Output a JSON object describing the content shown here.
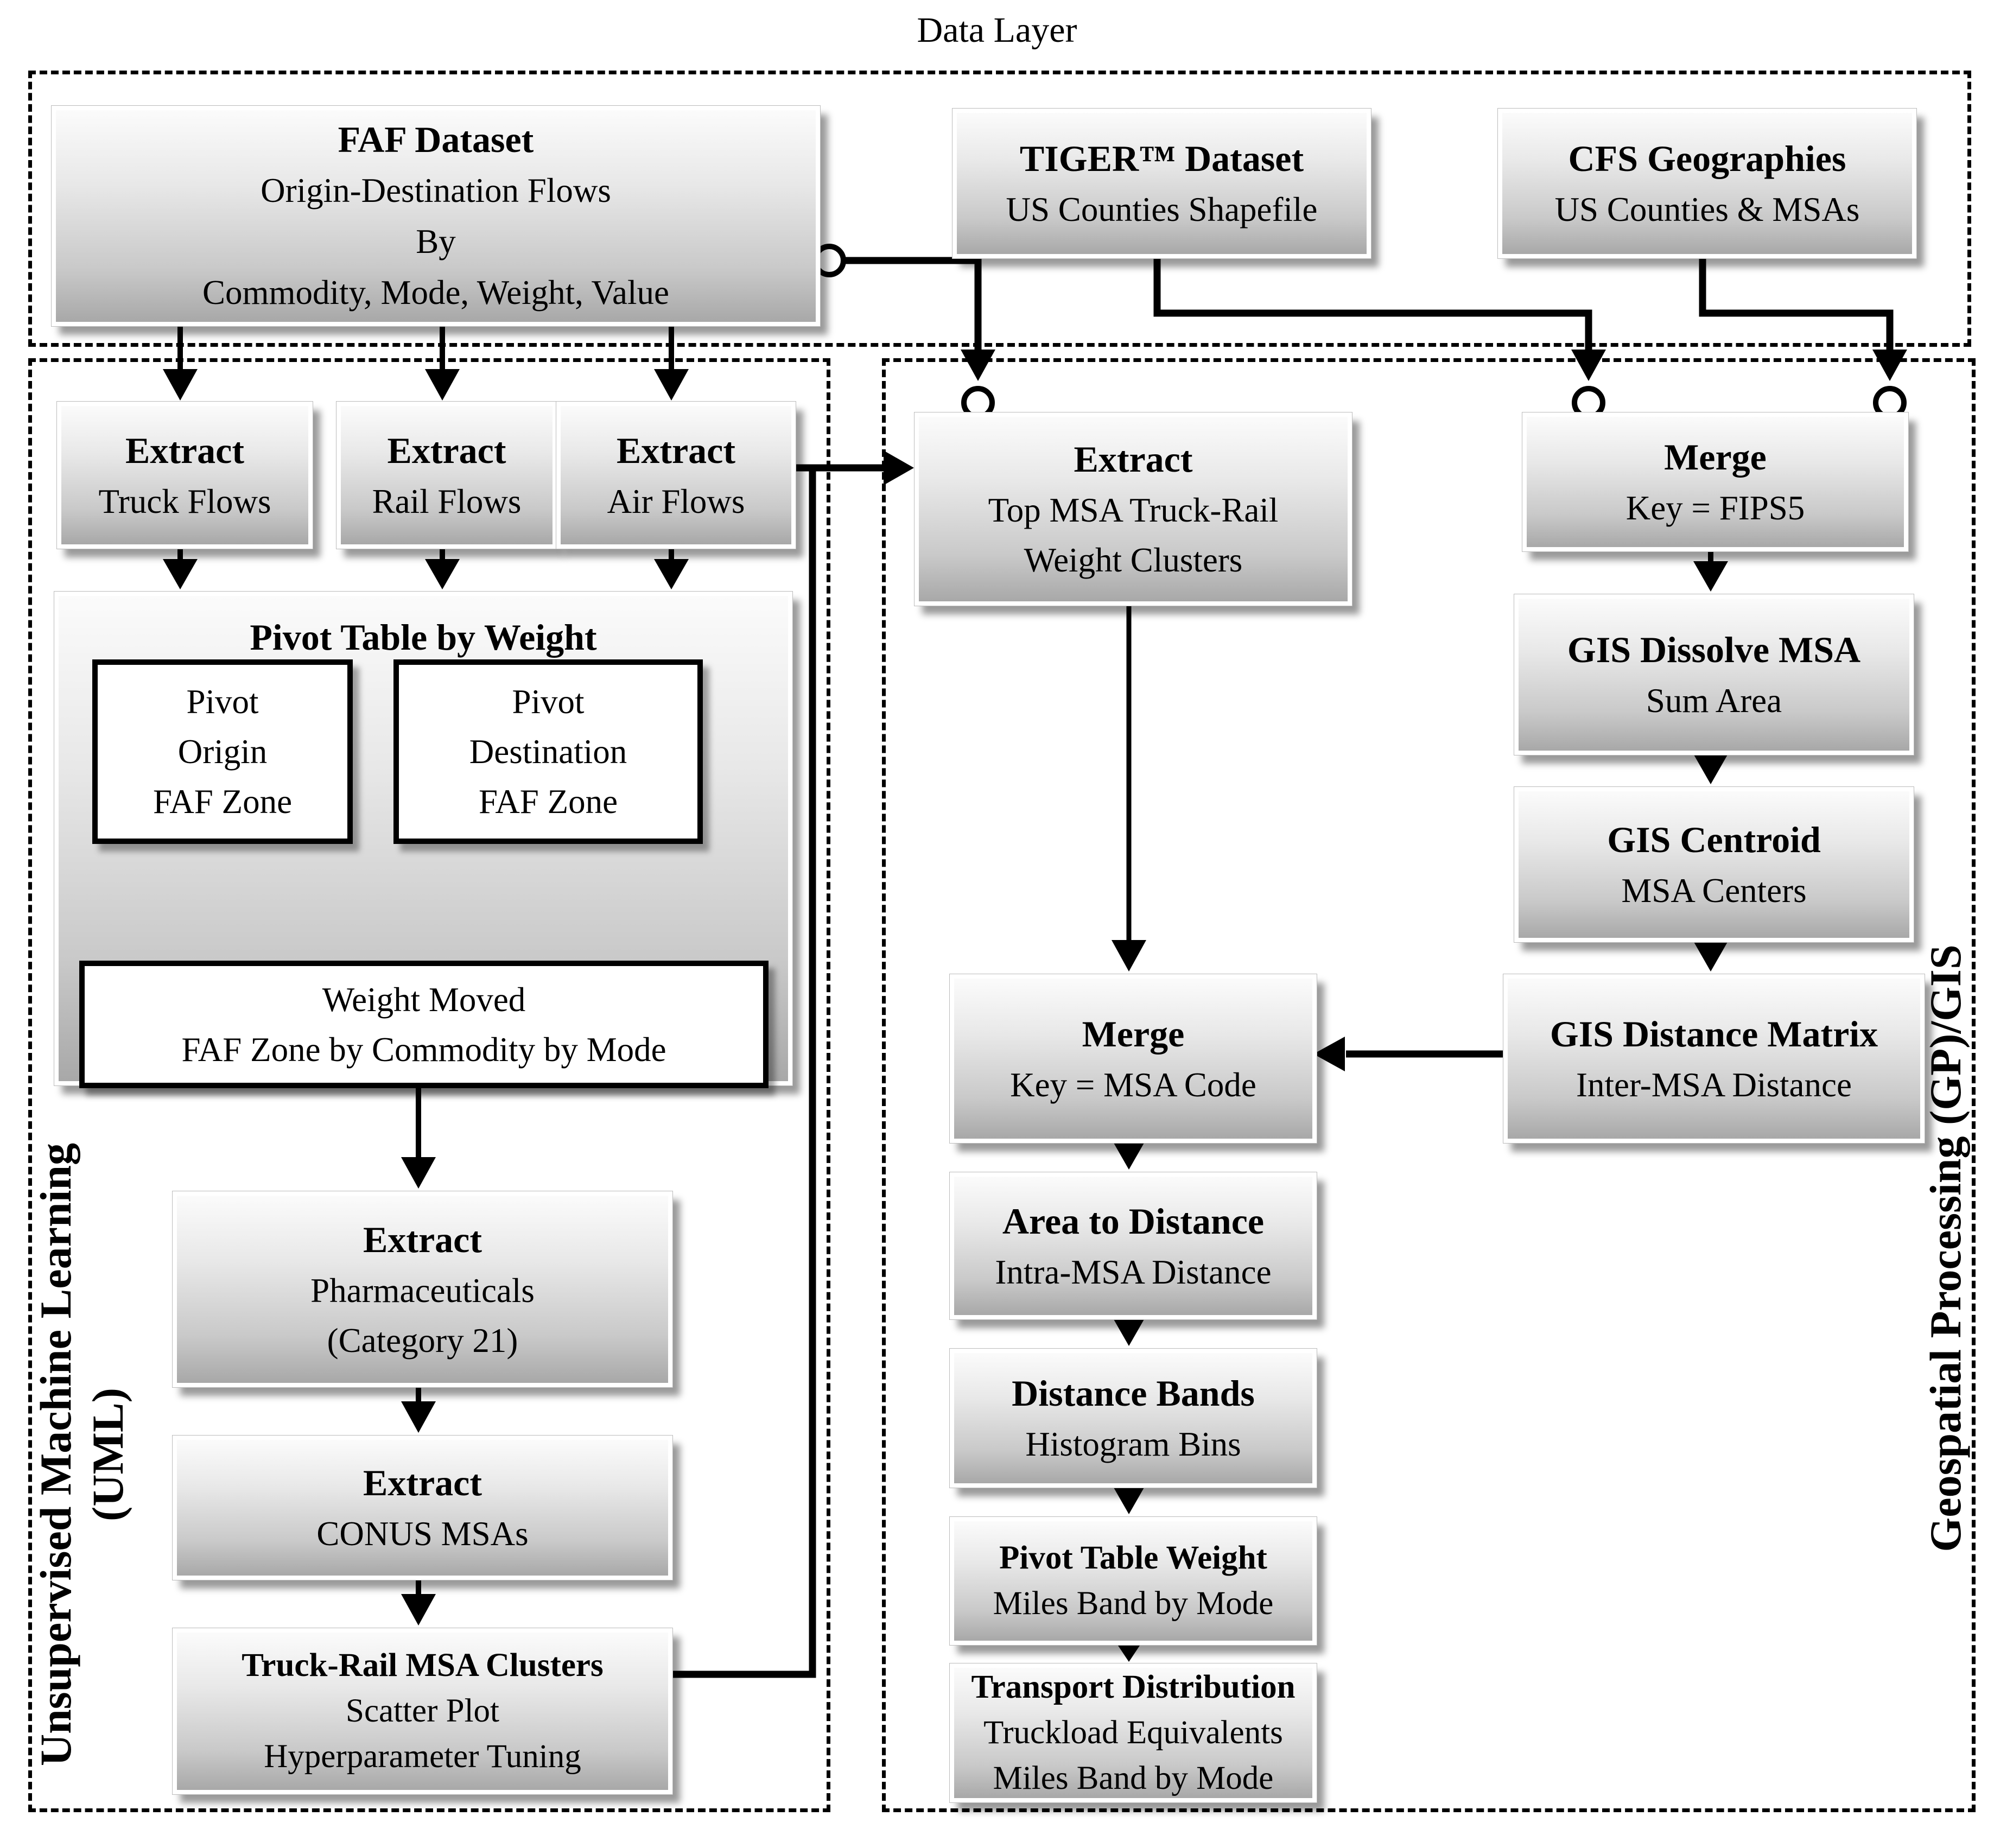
{
  "title": "Data Layer",
  "section_labels": {
    "uml_line1": "Unsupervised Machine Learning",
    "uml_line2": "(UML)",
    "gis": "Geospatial Processing (GP)/GIS"
  },
  "colors": {
    "line": "#000000",
    "text": "#000000",
    "background": "#ffffff",
    "box_gradient_top": "#fbfbfb",
    "box_gradient_bottom": "#a8a8a8",
    "box_border": "#ffffff",
    "inner_box_border": "#000000"
  },
  "boxes": {
    "faf": {
      "title": "FAF Dataset",
      "line2": "Origin-Destination Flows",
      "line3": "By",
      "line4": "Commodity, Mode, Weight, Value"
    },
    "tiger": {
      "title": "TIGER™ Dataset",
      "line2": "US Counties Shapefile"
    },
    "cfs": {
      "title": "CFS Geographies",
      "line2": "US Counties & MSAs"
    },
    "extract_truck": {
      "title": "Extract",
      "line2": "Truck Flows"
    },
    "extract_rail": {
      "title": "Extract",
      "line2": "Rail Flows"
    },
    "extract_air": {
      "title": "Extract",
      "line2": "Air Flows"
    },
    "pivot_table": {
      "title": "Pivot Table by Weight"
    },
    "pivot_origin": {
      "line1": "Pivot",
      "line2": "Origin",
      "line3": "FAF Zone"
    },
    "pivot_destination": {
      "line1": "Pivot",
      "line2": "Destination",
      "line3": "FAF Zone"
    },
    "weight_moved": {
      "line1": "Weight Moved",
      "line2": "FAF Zone by Commodity by Mode"
    },
    "extract_pharma": {
      "title": "Extract",
      "line2": "Pharmaceuticals",
      "line3": "(Category 21)"
    },
    "extract_conus": {
      "title": "Extract",
      "line2": "CONUS MSAs"
    },
    "truck_rail_clusters": {
      "title": "Truck-Rail MSA Clusters",
      "line2": "Scatter Plot",
      "line3": "Hyperparameter Tuning"
    },
    "extract_top_msa": {
      "title": "Extract",
      "line2": "Top MSA Truck-Rail",
      "line3": "Weight Clusters"
    },
    "merge_fips": {
      "title": "Merge",
      "line2": "Key = FIPS5"
    },
    "gis_dissolve": {
      "title": "GIS Dissolve MSA",
      "line2": "Sum Area"
    },
    "gis_centroid": {
      "title": "GIS Centroid",
      "line2": "MSA Centers"
    },
    "gis_distance_matrix": {
      "title": "GIS Distance Matrix",
      "line2": "Inter-MSA Distance"
    },
    "merge_msa": {
      "title": "Merge",
      "line2": "Key = MSA Code"
    },
    "area_to_distance": {
      "title": "Area to Distance",
      "line2": "Intra-MSA Distance"
    },
    "distance_bands": {
      "title": "Distance Bands",
      "line2": "Histogram Bins"
    },
    "pivot_table_weight": {
      "title": "Pivot Table Weight",
      "line2": "Miles Band by Mode"
    },
    "transport_distribution": {
      "title": "Transport Distribution",
      "line2": "Truckload Equivalents",
      "line3": "Miles Band by Mode"
    }
  }
}
